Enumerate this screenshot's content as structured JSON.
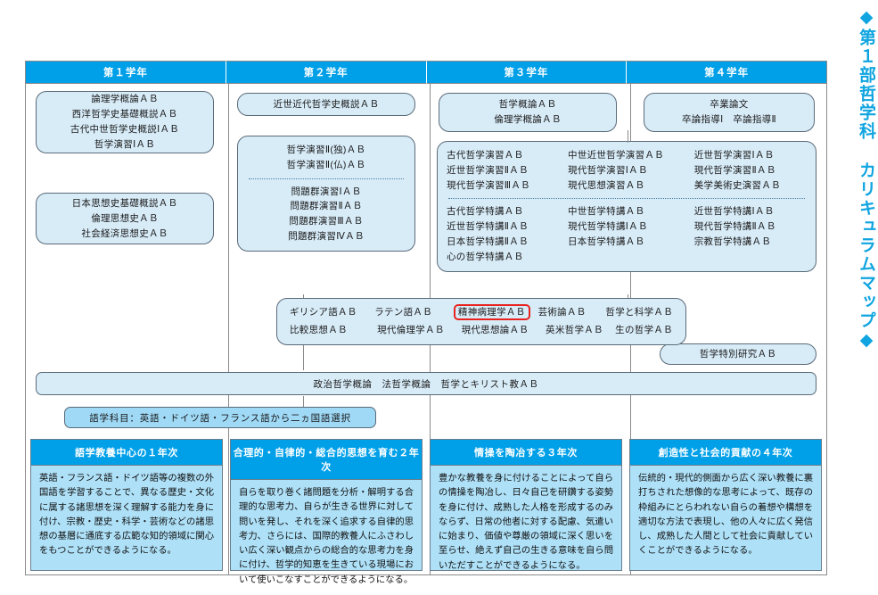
{
  "side_title": "◆第１部哲学科 カリキュラムマップ◆",
  "accent_color": "#00a0e9",
  "box_fill": "#d8ecf8",
  "highlight_color": "#e8231f",
  "columns": [
    {
      "header": "第１学年"
    },
    {
      "header": "第２学年"
    },
    {
      "header": "第３学年"
    },
    {
      "header": "第４学年"
    }
  ],
  "y1": {
    "box_a": [
      "論理学概論ＡＢ",
      "西洋哲学史基礎概説ＡＢ",
      "古代中世哲学史概説ⅠＡＢ",
      "哲学演習ⅠＡＢ"
    ],
    "box_b": [
      "日本思想史基礎概説ＡＢ",
      "倫理思想史ＡＢ",
      "社会経済思想史ＡＢ"
    ]
  },
  "y2": {
    "box_a": [
      "近世近代哲学史概説ＡＢ"
    ],
    "box_b_top": [
      "哲学演習Ⅱ(独)ＡＢ",
      "哲学演習Ⅱ(仏)ＡＢ"
    ],
    "box_b_bottom": [
      "問題群演習ⅠＡＢ",
      "問題群演習ⅡＡＢ",
      "問題群演習ⅢＡＢ",
      "問題群演習ⅣＡＢ"
    ]
  },
  "y3": {
    "box_a": [
      "哲学概論ＡＢ",
      "倫理学概論ＡＢ"
    ],
    "seminars": [
      [
        "古代哲学演習ＡＢ",
        "中世近世哲学演習ＡＢ",
        "近世哲学演習ⅠＡＢ"
      ],
      [
        "近世哲学演習ⅡＡＢ",
        "現代哲学演習ⅠＡＢ",
        "現代哲学演習ⅡＡＢ"
      ],
      [
        "現代哲学演習ⅢＡＢ",
        "現代思想演習ＡＢ",
        "美学美術史演習ＡＢ"
      ]
    ],
    "specials": [
      [
        "古代哲学特講ＡＢ",
        "中世哲学特講ＡＢ",
        "近世哲学特講ⅠＡＢ"
      ],
      [
        "近世哲学特講ⅡＡＢ",
        "現代哲学特講ⅠＡＢ",
        "現代哲学特講ⅡＡＢ"
      ],
      [
        "日本哲学特講ⅡＡＢ",
        "日本哲学特講ＡＢ",
        "宗教哲学特講ＡＢ"
      ],
      [
        "心の哲学特講ＡＢ",
        "",
        ""
      ]
    ]
  },
  "y4": {
    "box_a": [
      "卒業論文",
      "卒論指導Ⅰ　卒論指導Ⅱ"
    ],
    "special_research": "哲学特別研究ＡＢ"
  },
  "electives": {
    "rows": [
      [
        "ギリシア語ＡＢ",
        "ラテン語ＡＢ",
        "精神病理学ＡＢ",
        "芸術論ＡＢ",
        "哲学と科学ＡＢ"
      ],
      [
        "比較思想ＡＢ",
        "現代倫理学ＡＢ",
        "現代思想論ＡＢ",
        "英米哲学ＡＢ",
        "生の哲学ＡＢ"
      ]
    ],
    "highlighted": "精神病理学ＡＢ"
  },
  "common_bar": "政治哲学概論　法哲学概論　哲学とキリスト教ＡＢ",
  "language_bar": "語学科目：英語・ドイツ語・フランス語から二ヵ国語選択",
  "outcomes": [
    {
      "title": "語学教養中心の１年次",
      "body": "英語・フランス語・ドイツ語等の複数の外国語を学習することで、異なる歴史・文化に属する諸思想を深く理解する能力を身に付け、宗教・歴史・科学・芸術などの諸思想の基層に通底する広範な知的領域に関心をもつことができるようになる。"
    },
    {
      "title": "合理的・自律的・総合的思想を育む２年次",
      "body": "自らを取り巻く諸問題を分析・解明する合理的な思考力、自らが生きる世界に対して問いを発し、それを深く追求する自律的思考力、さらには、国際的教養人にふさわしい広く深い観点からの総合的な思考力を身に付け、哲学的知恵を生きている現場において使いこなすことができるようになる。"
    },
    {
      "title": "情操を陶冶する３年次",
      "body": "豊かな教養を身に付けることによって自らの情操を陶冶し、日々自己を研鑽する姿勢を身に付け、成熟した人格を形成するのみならず、日常の他者に対する配慮、気遣いに始まり、価値や尊厳の領域に深く思いを至らせ、絶えず自己の生きる意味を自ら問いただすことができるようになる。"
    },
    {
      "title": "創造性と社会的貢献の４年次",
      "body": "伝統的・現代的側面から広く深い教養に裏打ちされた想像的な思考によって、既存の枠組みにとらわれない自らの着想や構想を適切な方法で表現し、他の人々に広く発信し、成熟した人間として社会に貢献していくことができるようになる。"
    }
  ]
}
